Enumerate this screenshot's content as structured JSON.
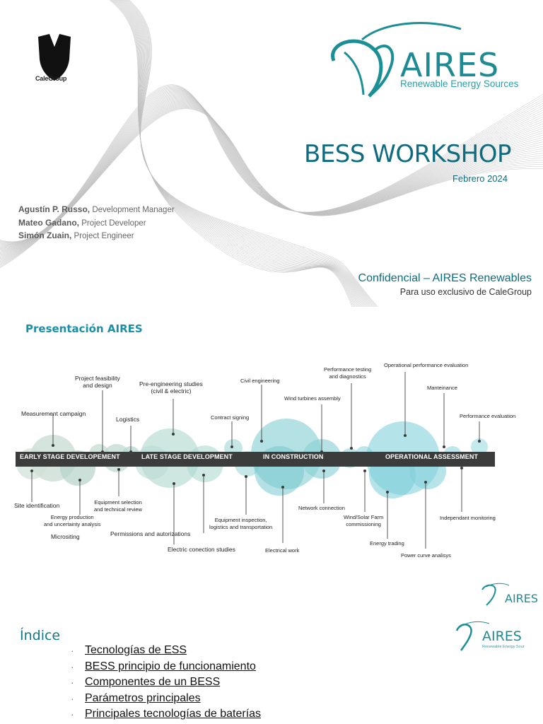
{
  "slide1": {
    "company": "CaleGroup",
    "brand": {
      "name": "AIRES",
      "tagline": "Renewable Energy Sources"
    },
    "title": "BESS WORKSHOP",
    "date": "Febrero 2024",
    "authors": [
      {
        "name": "Agustín P. Russo,",
        "role": " Development Manager"
      },
      {
        "name": "Mateo Gadano,",
        "role": " Project Developer"
      },
      {
        "name": "Simón Zuain,",
        "role": " Project Engineer"
      }
    ],
    "confidential": "Confidencial – AIRES Renewables",
    "exclusive": "Para uso exclusivo de CaleGroup"
  },
  "slide2": {
    "title": "Presentación AIRES",
    "phases": [
      "EARLY STAGE DEVELOPEMENT",
      "LATE STAGE DEVELOPMENT",
      "IN CONSTRUCTION",
      "OPERATIONAL ASSESSMENT"
    ],
    "labels_top": {
      "measurement": "Measurement campaign",
      "feasibility_1": "Project feasibility",
      "feasibility_2": "and design",
      "logistics": "Logistics",
      "preeng_1": "Pre-engineering studies",
      "preeng_2": "(civil & electric)",
      "contract": "Contract signing",
      "civil": "Civil engineering",
      "turbines": "Wind turbines assembly",
      "perf_test_1": "Performance testing",
      "perf_test_2": "and diagnostics",
      "op_eval": "Operational performance evaluation",
      "maint": "Manteinance",
      "perf_eval": "Performance evaluation"
    },
    "labels_bottom": {
      "site": "Site identification",
      "energy_1": "Energy production",
      "energy_2": "and uncertainty analysis",
      "micrositing": "Micrositing",
      "equip_sel_1": "Equipment selection",
      "equip_sel_2": "and technical review",
      "permissions": "Permissions and autorizations",
      "electric_studies": "Electric conection studies",
      "equip_insp_1": "Equipment inspection,",
      "equip_insp_2": "logistics and transportation",
      "electrical_work": "Electrical work",
      "network": "Network connection",
      "commissioning_1": "Wind/Solar Farm",
      "commissioning_2": "commissioning",
      "trading": "Energy trading",
      "power_curve": "Power curve analisys",
      "monitoring": "Independant monitoring"
    }
  },
  "slide3": {
    "title": "Índice",
    "items": [
      "Tecnologías de ESS",
      "BESS principio de funcionamiento",
      "Componentes de un BESS",
      "Parámetros principales",
      "Principales tecnologías de baterías"
    ]
  },
  "colors": {
    "teal_dark": "#0f6b7f",
    "teal": "#1f8a93",
    "bar": "#3c3c3c"
  }
}
